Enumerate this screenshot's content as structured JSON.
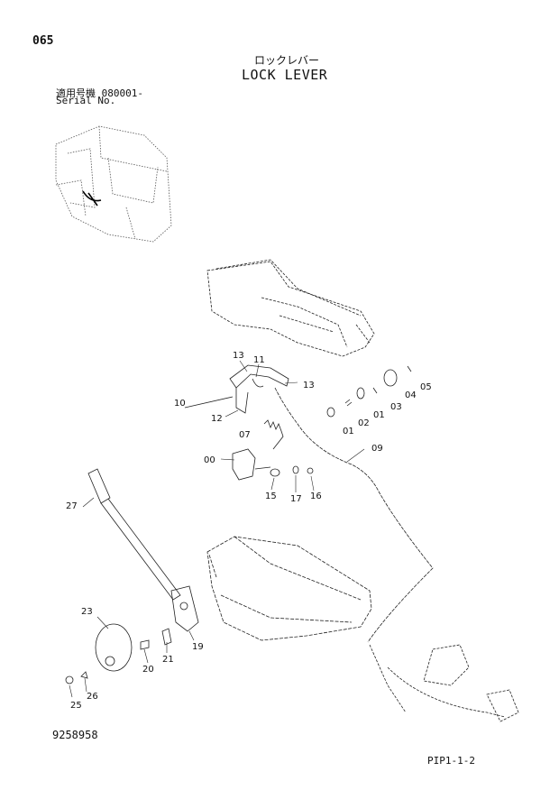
{
  "page": {
    "number": "065",
    "title_jp": "ロックレバー",
    "title_en": "LOCK LEVER",
    "serial_label_jp": "適用号機",
    "serial_value": "080001-",
    "serial_label_en": "Serial No.",
    "drawing_number": "9258958",
    "sheet_ref": "PIP1-1-2"
  },
  "callouts": [
    "13",
    "11",
    "13",
    "10",
    "12",
    "05",
    "04",
    "03",
    "01",
    "02",
    "01",
    "07",
    "09",
    "00",
    "15",
    "17",
    "16",
    "27",
    "23",
    "20",
    "21",
    "19",
    "25",
    "26"
  ]
}
